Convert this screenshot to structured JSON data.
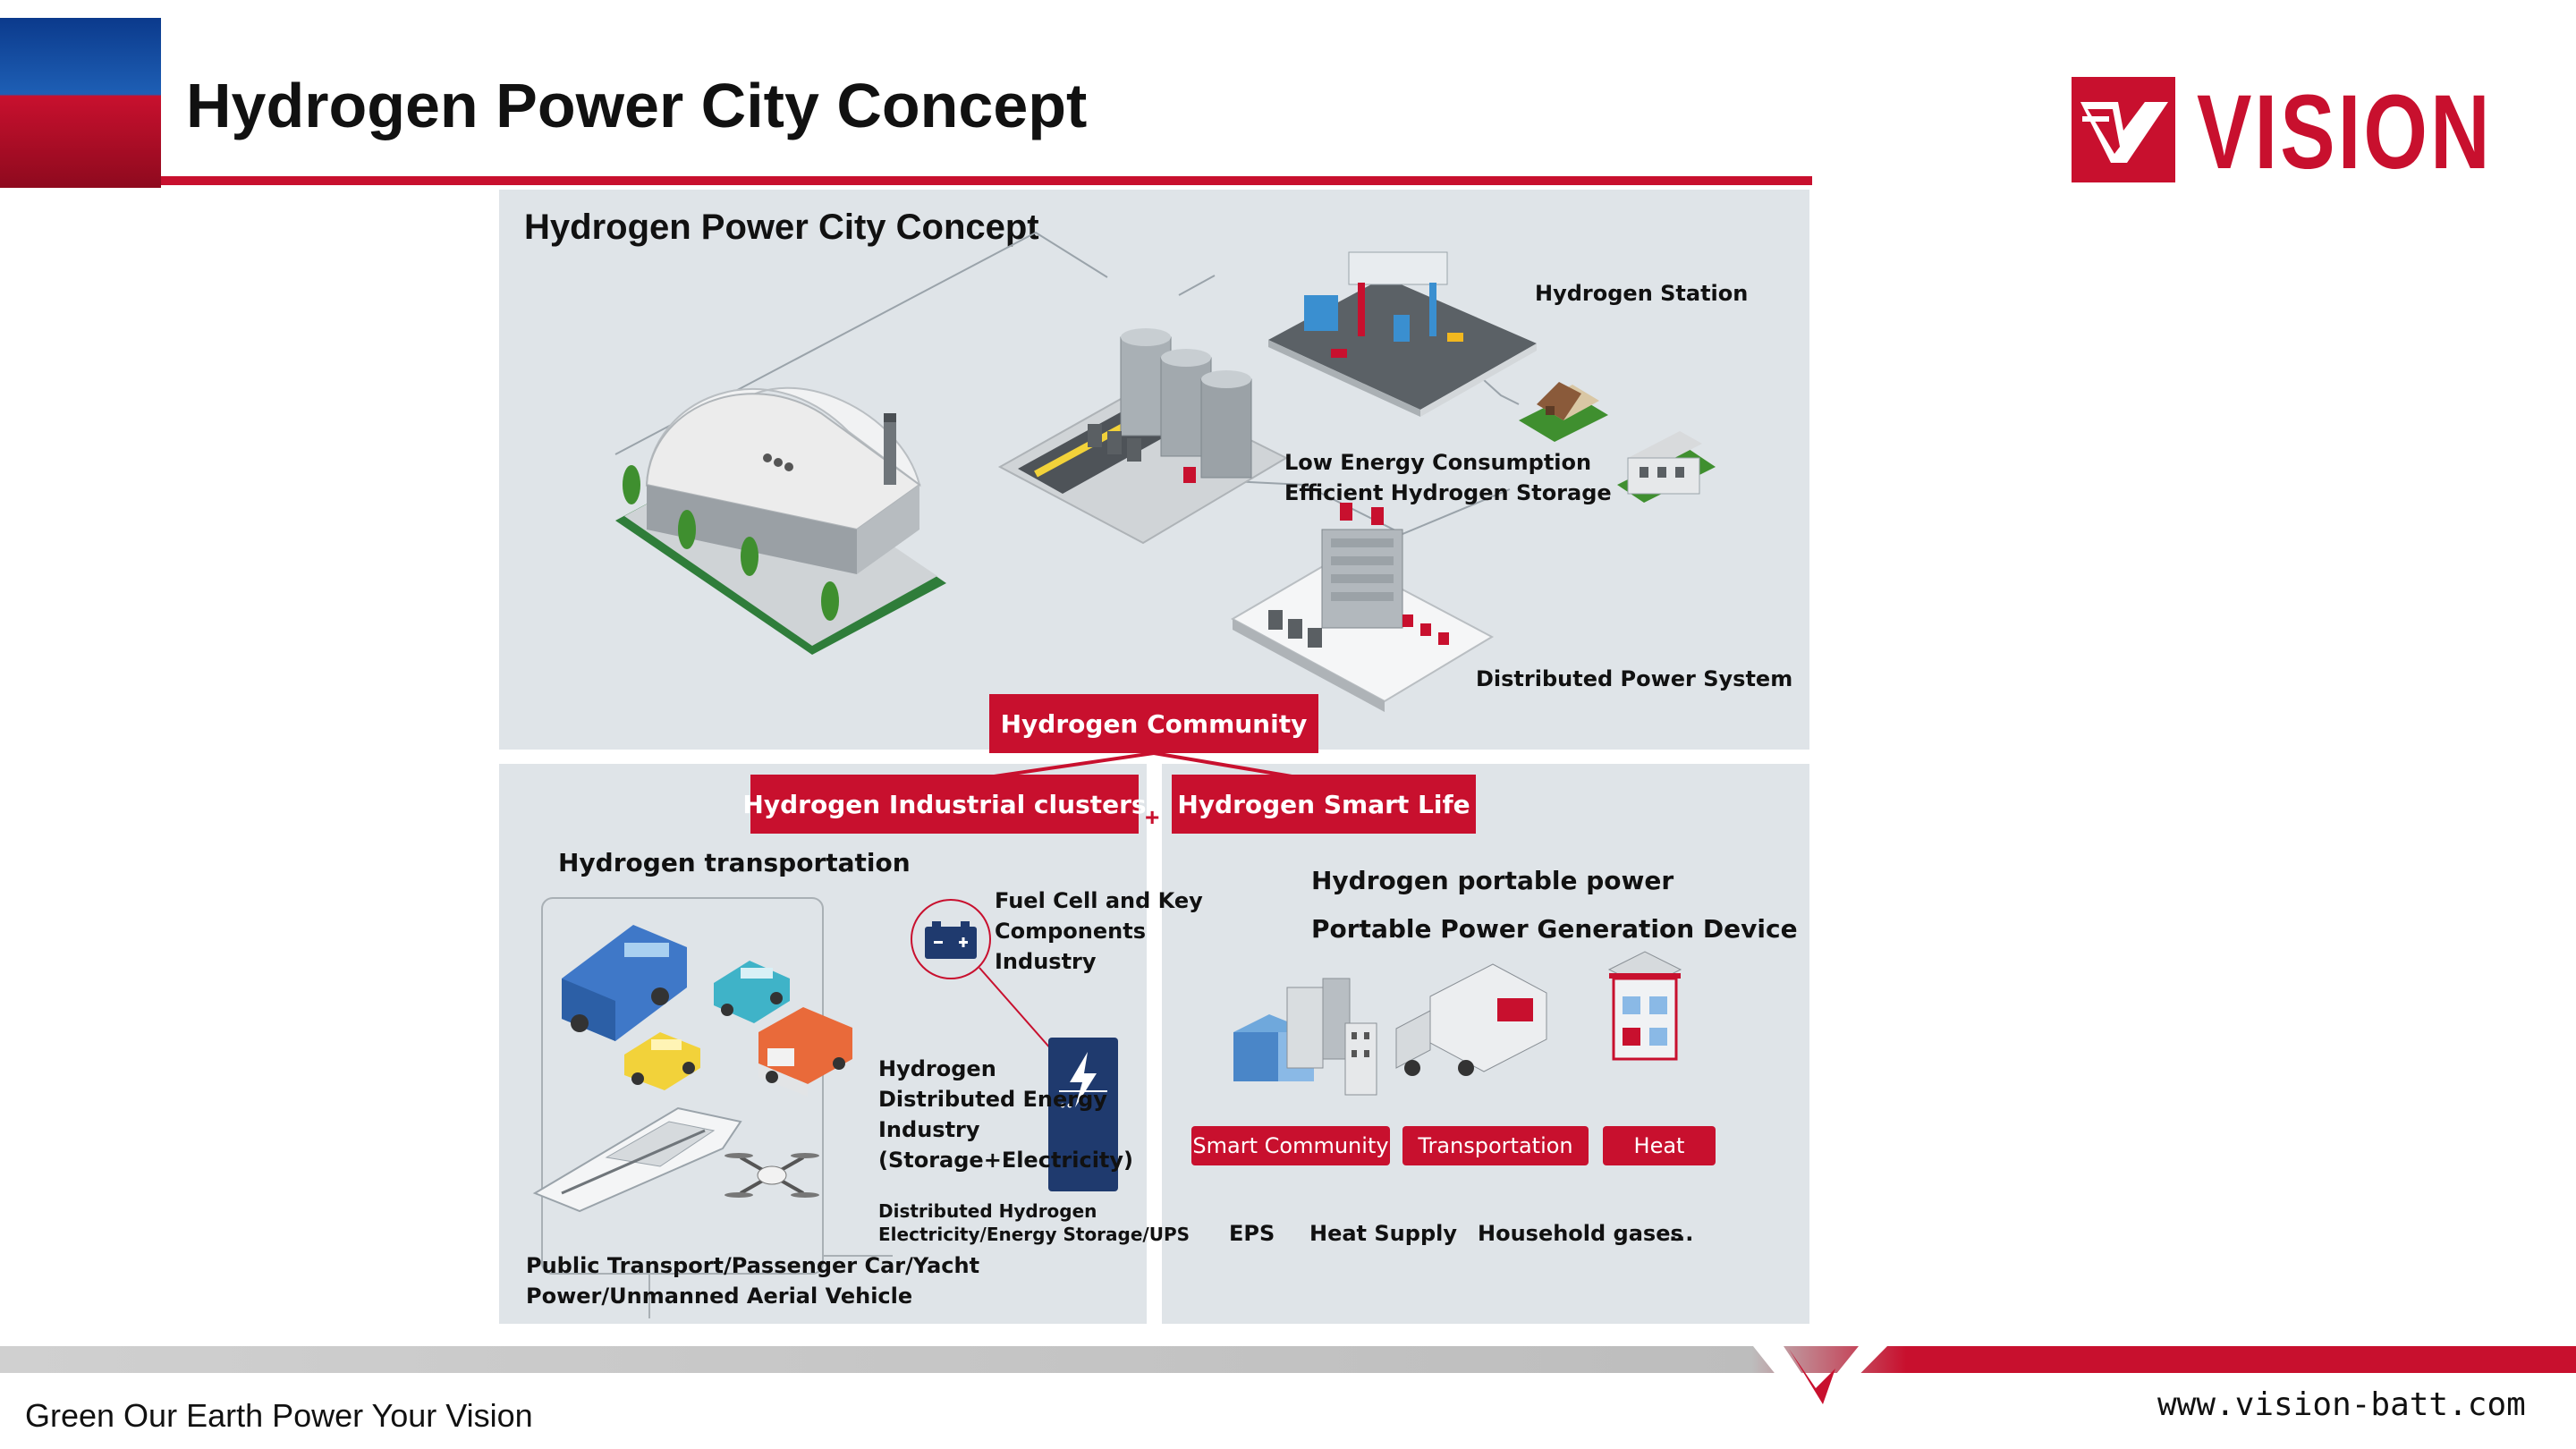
{
  "slide": {
    "title": "Hydrogen Power City Concept",
    "slogan": "Green Our Earth Power Your Vision",
    "url": "www.vision-batt.com"
  },
  "logo": {
    "text": "VISION"
  },
  "colors": {
    "accent_red": "#c8102e",
    "panel_gray": "#dfe4e8",
    "navy": "#1f3a6e"
  },
  "diagram": {
    "title": "Hydrogen Power City Concept",
    "top_labels": {
      "station": "Hydrogen Station",
      "storage_line1": "Low Energy Consumption",
      "storage_line2": "Efficient Hydrogen Storage",
      "distributed": "Distributed Power System"
    },
    "community": "Hydrogen Community",
    "clusters": "Hydrogen Industrial clusters",
    "plus": "+",
    "smart_life": "Hydrogen Smart Life",
    "left": {
      "transportation": "Hydrogen transportation",
      "fuel_cell": [
        "Fuel Cell and Key",
        "Components",
        "Industry"
      ],
      "distributed_energy": [
        "Hydrogen",
        "Distributed Energy",
        "Industry",
        "(Storage+Electricity)"
      ],
      "distributed_note": [
        "Distributed Hydrogen",
        "Electricity/Energy Storage/UPS"
      ],
      "caption": [
        "Public Transport/Passenger Car/Yacht",
        "Power/Unmanned Aerial Vehicle"
      ]
    },
    "right": {
      "portable_power": "Hydrogen portable power",
      "portable_device": "Portable Power Generation Device",
      "pills": [
        "Smart Community",
        "Transportation",
        "Heat"
      ],
      "uses": [
        "EPS",
        "Heat Supply",
        "Household gases",
        "..."
      ]
    }
  }
}
